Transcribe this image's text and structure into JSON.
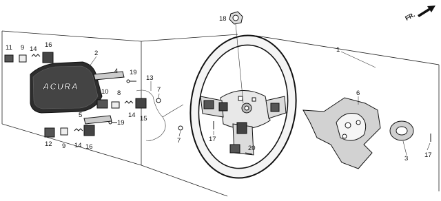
{
  "orientation": {
    "label": "FR."
  },
  "brand_emblem": "ACURA",
  "callouts": [
    {
      "id": "c1",
      "text": "1"
    },
    {
      "id": "c2",
      "text": "2"
    },
    {
      "id": "c3",
      "text": "3"
    },
    {
      "id": "c4",
      "text": "4"
    },
    {
      "id": "c5",
      "text": "5"
    },
    {
      "id": "c6",
      "text": "6"
    },
    {
      "id": "c7a",
      "text": "7"
    },
    {
      "id": "c7b",
      "text": "7"
    },
    {
      "id": "c8",
      "text": "8"
    },
    {
      "id": "c9a",
      "text": "9"
    },
    {
      "id": "c9b",
      "text": "9"
    },
    {
      "id": "c10",
      "text": "10"
    },
    {
      "id": "c11",
      "text": "11"
    },
    {
      "id": "c12",
      "text": "12"
    },
    {
      "id": "c13",
      "text": "13"
    },
    {
      "id": "c14a",
      "text": "14"
    },
    {
      "id": "c14b",
      "text": "14"
    },
    {
      "id": "c14c",
      "text": "14"
    },
    {
      "id": "c15",
      "text": "15"
    },
    {
      "id": "c16a",
      "text": "16"
    },
    {
      "id": "c16b",
      "text": "16"
    },
    {
      "id": "c17a",
      "text": "17"
    },
    {
      "id": "c17b",
      "text": "17"
    },
    {
      "id": "c18",
      "text": "18"
    },
    {
      "id": "c19a",
      "text": "19"
    },
    {
      "id": "c19b",
      "text": "19"
    },
    {
      "id": "c20",
      "text": "20"
    }
  ]
}
